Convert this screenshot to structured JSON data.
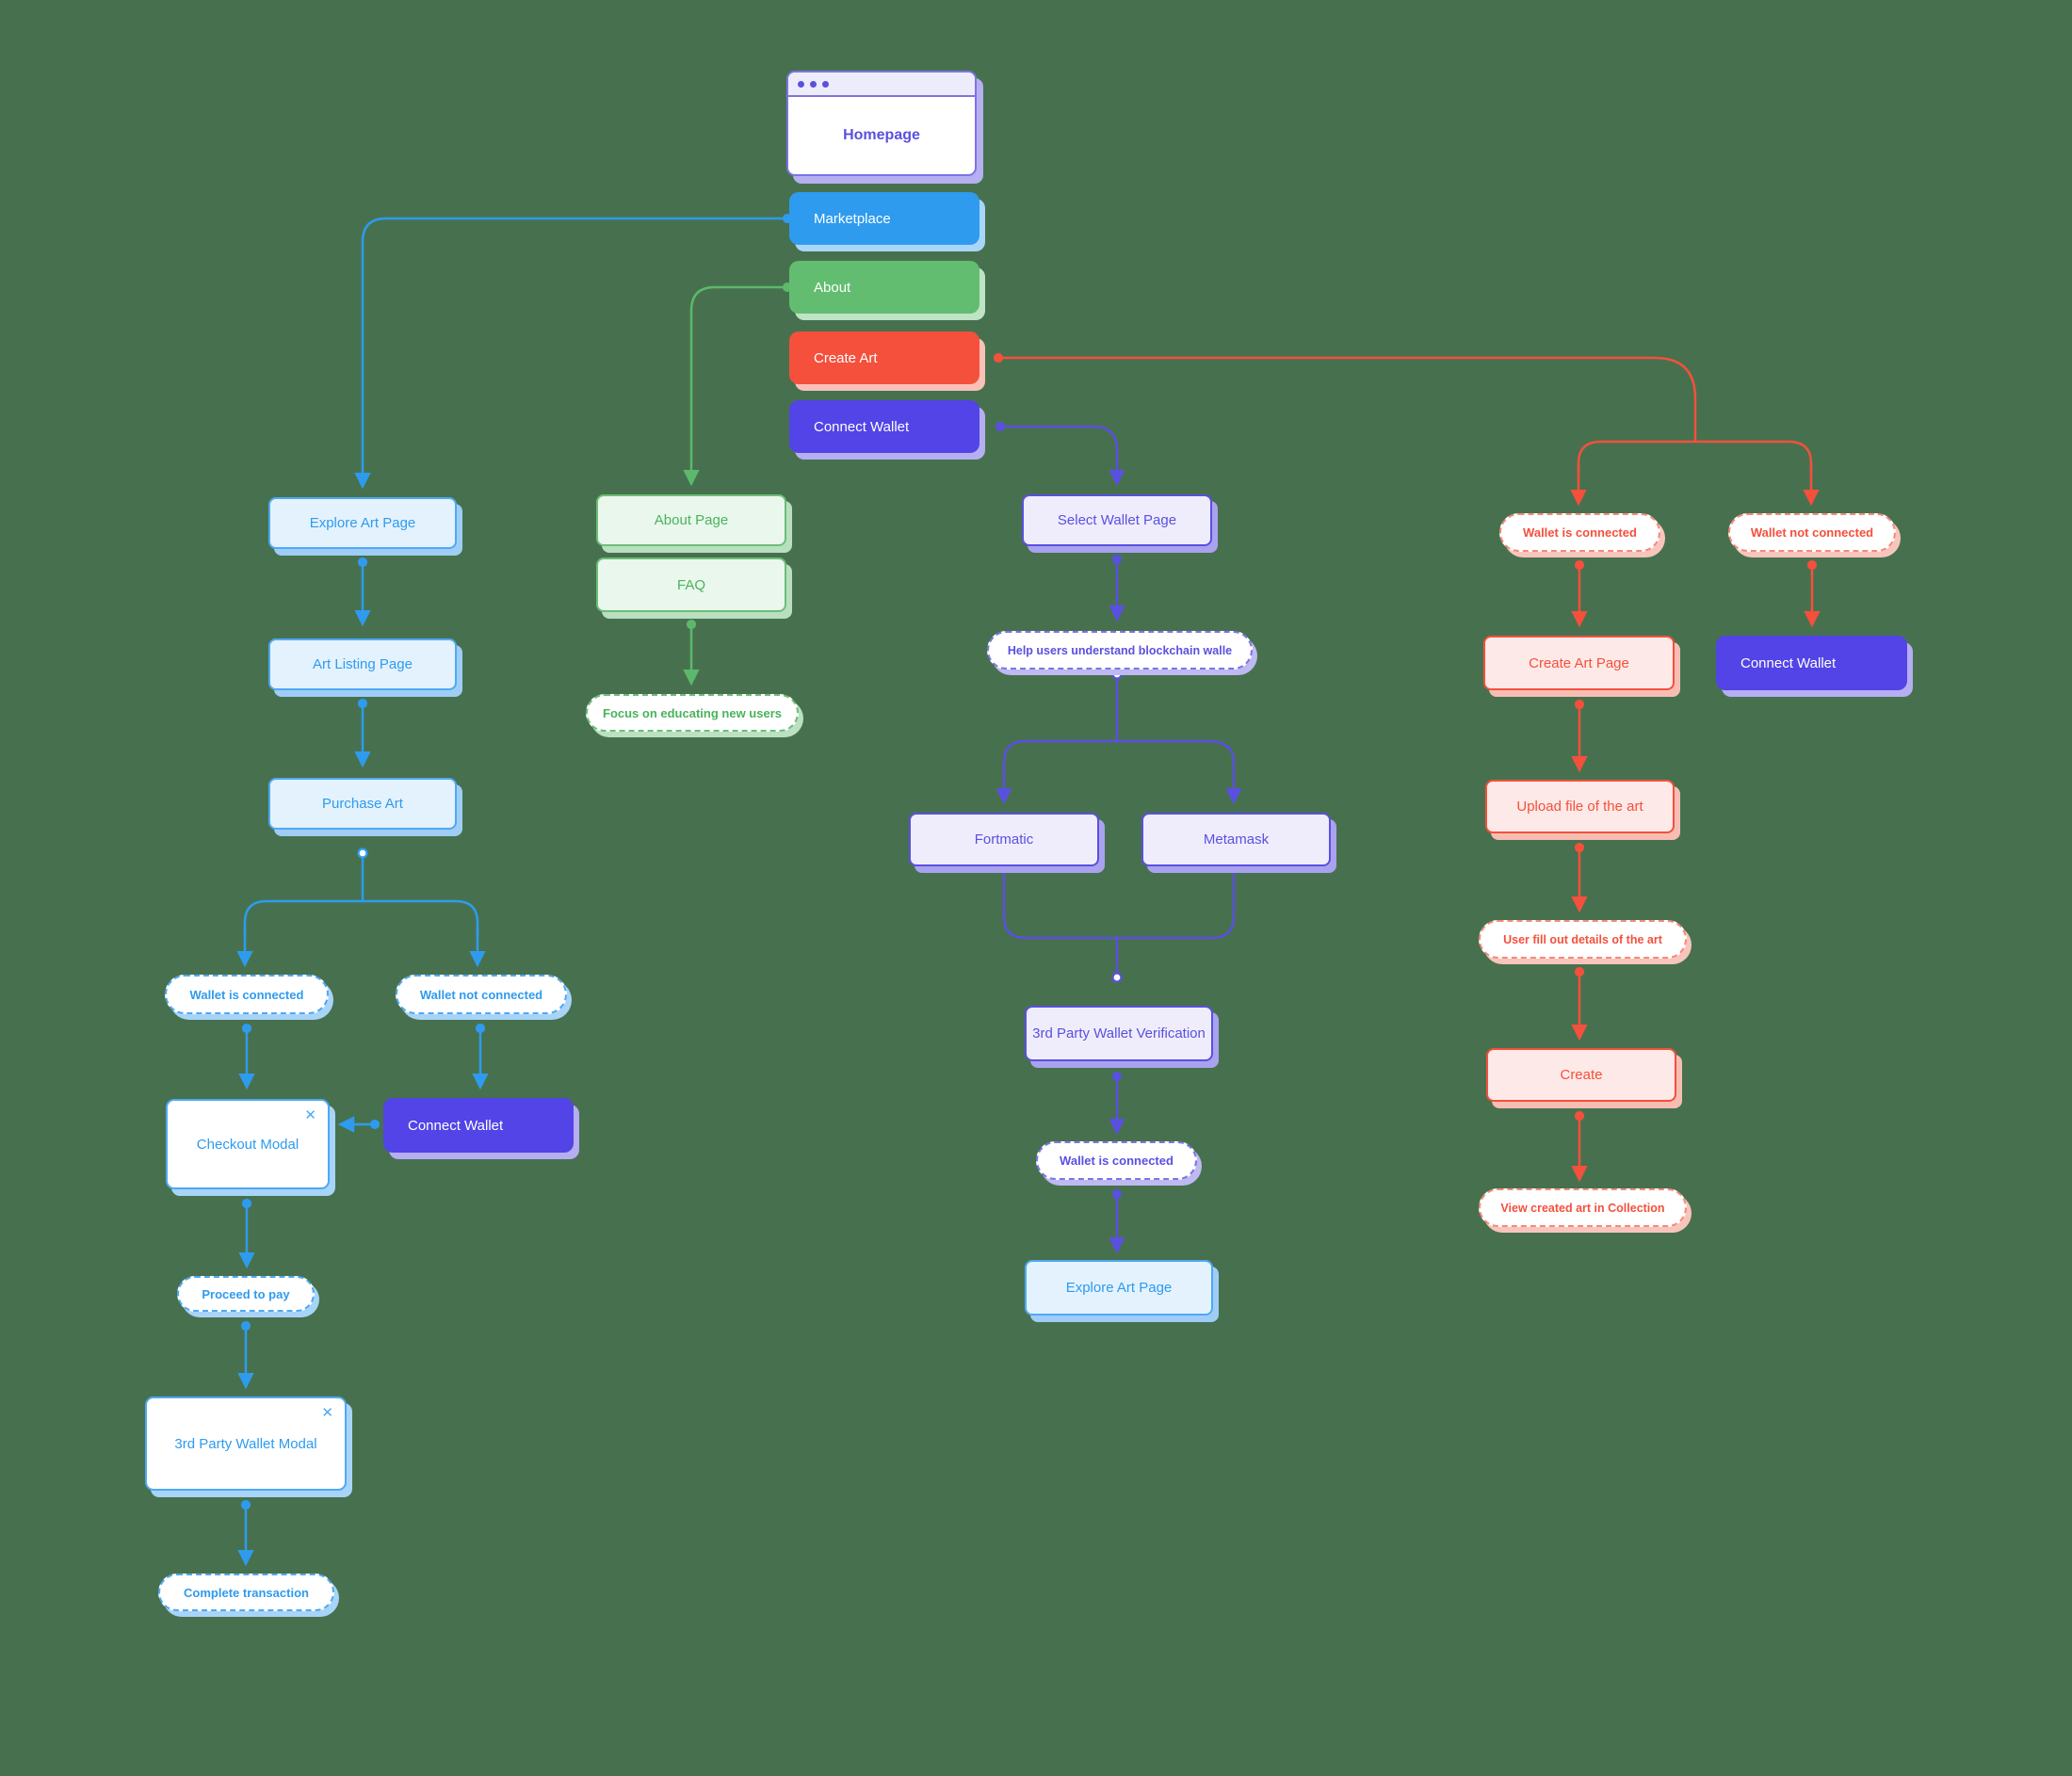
{
  "canvas": {
    "background": "#47714E"
  },
  "colors": {
    "blue": "#2E9BEF",
    "green": "#63BD70",
    "red": "#F4503C",
    "indigo": "#5244E6",
    "indigo_text": "#5A50E0",
    "blue_box_bg": "#E4F2FD",
    "indigo_box_bg": "#EFEDFC",
    "red_box_bg": "#FDE9E7",
    "green_box_bg": "#E9F7EC",
    "window_bar": "#EDECFB"
  },
  "icons": {
    "close": "✕"
  },
  "nodes": {
    "homepage": {
      "label": "Homepage"
    },
    "marketplace": {
      "label": "Marketplace"
    },
    "about": {
      "label": "About"
    },
    "create_art": {
      "label": "Create Art"
    },
    "connect_wallet_header": {
      "label": "Connect Wallet"
    },
    "explore_art_page": {
      "label": "Explore Art Page"
    },
    "art_listing_page": {
      "label": "Art Listing Page"
    },
    "purchase_art": {
      "label": "Purchase Art"
    },
    "wallet_is_connected_left": {
      "label": "Wallet is connected"
    },
    "wallet_not_connected_left": {
      "label": "Wallet not connected"
    },
    "checkout_modal": {
      "label": "Checkout Modal"
    },
    "connect_wallet_left": {
      "label": "Connect Wallet"
    },
    "proceed_to_pay": {
      "label": "Proceed to pay"
    },
    "third_party_wallet_modal": {
      "label": "3rd Party Wallet Modal"
    },
    "complete_transaction": {
      "label": "Complete transaction"
    },
    "about_page": {
      "label": "About Page"
    },
    "faq": {
      "label": "FAQ"
    },
    "focus_on_educating": {
      "label": "Focus on educating new users"
    },
    "select_wallet_page": {
      "label": "Select Wallet Page"
    },
    "help_users_understand": {
      "label": "Help users understand blockchain walle"
    },
    "fortmatic": {
      "label": "Fortmatic"
    },
    "metamask": {
      "label": "Metamask"
    },
    "third_party_wallet_verification": {
      "label": "3rd Party Wallet Verification"
    },
    "wallet_is_connected_mid": {
      "label": "Wallet is connected"
    },
    "explore_art_page_mid": {
      "label": "Explore Art Page"
    },
    "wallet_is_connected_right": {
      "label": "Wallet is connected"
    },
    "wallet_not_connected_right": {
      "label": "Wallet not connected"
    },
    "create_art_page": {
      "label": "Create Art Page"
    },
    "connect_wallet_right": {
      "label": "Connect Wallet"
    },
    "upload_file_of_the_art": {
      "label": "Upload file of the art"
    },
    "user_fill_out_details": {
      "label": "User fill out details of the art"
    },
    "create": {
      "label": "Create"
    },
    "view_created_art": {
      "label": "View created art in Collection"
    }
  }
}
